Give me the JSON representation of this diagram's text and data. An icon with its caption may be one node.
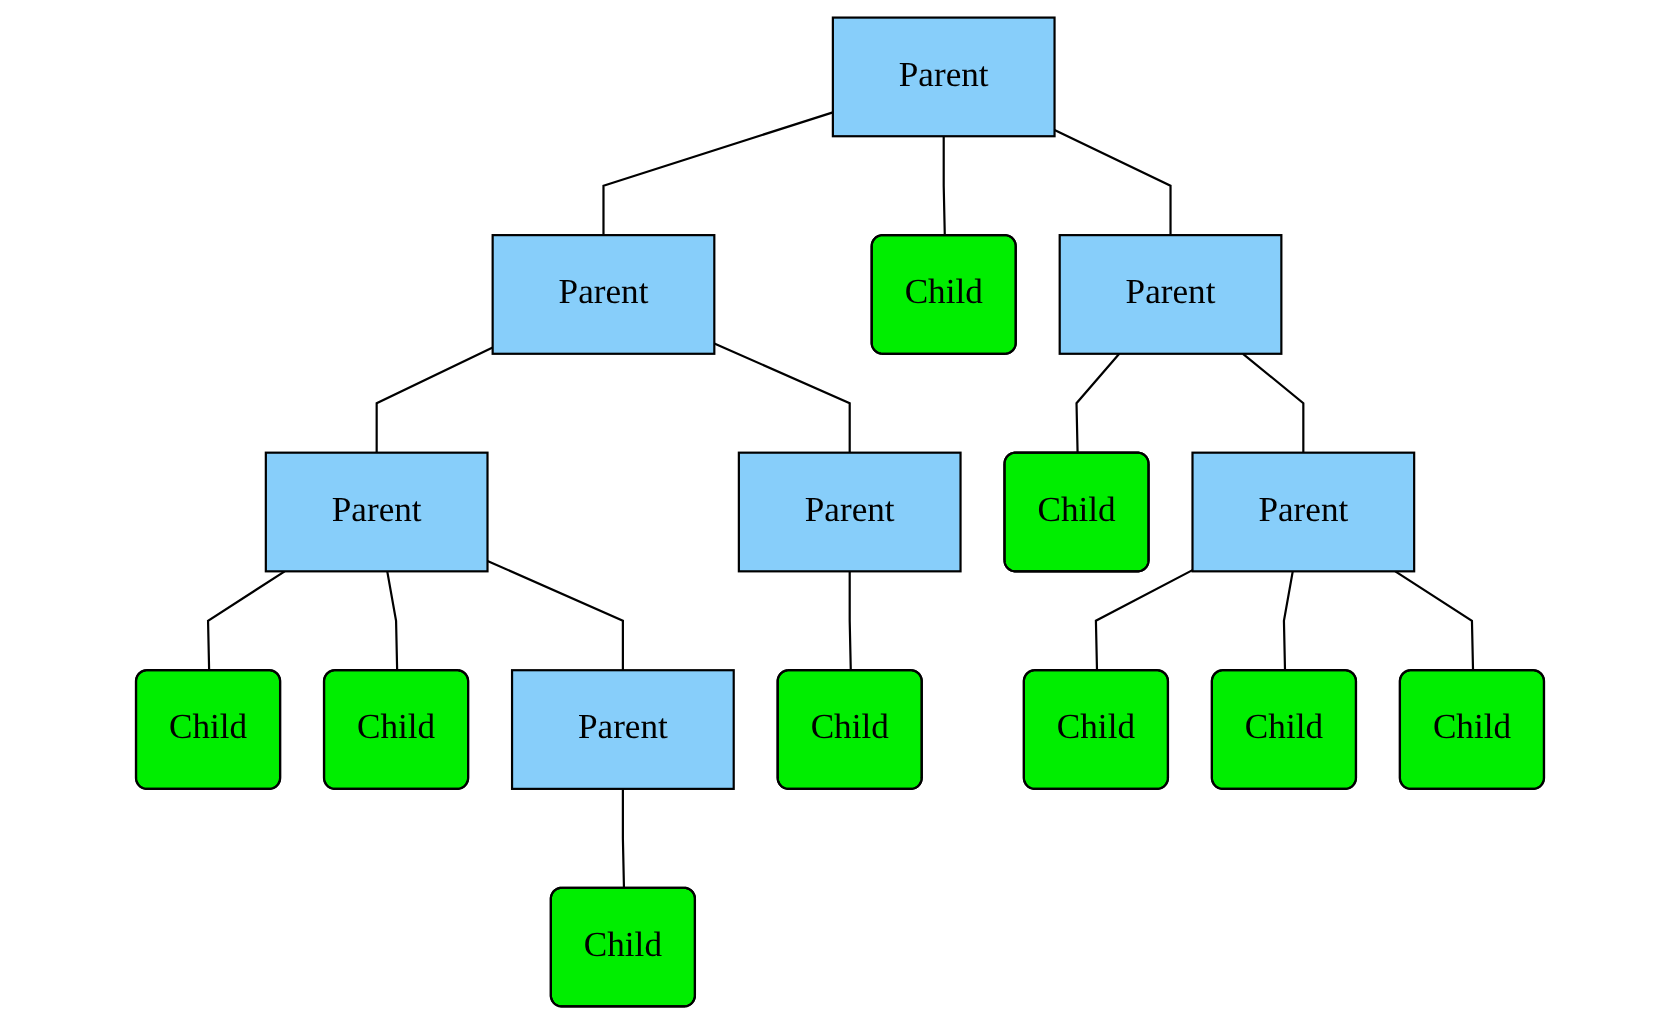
{
  "diagram": {
    "nodes": [
      {
        "text": [
          "Parent"
        ]
      },
      {
        "text": [
          "Parent"
        ]
      },
      {
        "text": [
          "Child"
        ]
      },
      {
        "text": [
          "Parent"
        ]
      },
      {
        "text": [
          "Parent"
        ]
      },
      {
        "text": [
          "Parent"
        ]
      },
      {
        "text": [
          "Child"
        ]
      },
      {
        "text": [
          "Parent"
        ]
      },
      {
        "text": [
          "Child"
        ]
      },
      {
        "text": [
          "Child"
        ]
      },
      {
        "text": [
          "Parent"
        ]
      },
      {
        "text": [
          "Child"
        ]
      },
      {
        "text": [
          "Child"
        ]
      },
      {
        "text": [
          "Child"
        ]
      },
      {
        "text": [
          "Child"
        ]
      },
      {
        "text": [
          "Child"
        ]
      }
    ],
    "edges": [
      {
        "from": 0,
        "to": 1,
        "arrow": "none"
      },
      {
        "from": 0,
        "to": 2,
        "arrow": "none"
      },
      {
        "from": 0,
        "to": 3,
        "arrow": "none"
      },
      {
        "from": 1,
        "to": 4,
        "arrow": "none"
      },
      {
        "from": 1,
        "to": 5,
        "arrow": "none"
      },
      {
        "from": 3,
        "to": 6,
        "arrow": "none"
      },
      {
        "from": 3,
        "to": 7,
        "arrow": "none"
      },
      {
        "from": 4,
        "to": 8,
        "arrow": "none"
      },
      {
        "from": 4,
        "to": 9,
        "arrow": "none"
      },
      {
        "from": 4,
        "to": 10,
        "arrow": "none"
      },
      {
        "from": 5,
        "to": 11,
        "arrow": "none"
      },
      {
        "from": 7,
        "to": 12,
        "arrow": "none"
      },
      {
        "from": 7,
        "to": 13,
        "arrow": "none"
      },
      {
        "from": 7,
        "to": 14,
        "arrow": "none"
      },
      {
        "from": 10,
        "to": 15,
        "arrow": "none"
      }
    ]
  }
}
